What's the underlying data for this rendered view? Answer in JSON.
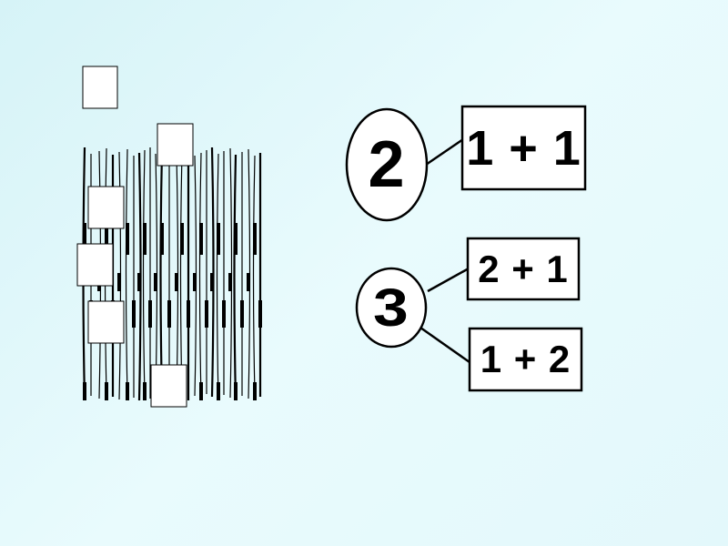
{
  "diagram": {
    "circles": [
      {
        "id": "two",
        "label": "2"
      },
      {
        "id": "three",
        "label": "3"
      }
    ],
    "boxes": [
      {
        "id": "sum-1-1",
        "label": "1 + 1"
      },
      {
        "id": "sum-2-1",
        "label": "2 + 1"
      },
      {
        "id": "sum-1-2",
        "label": "1 + 2"
      }
    ],
    "colors": {
      "background": "#dff6fa",
      "stroke": "#000000",
      "fill": "#ffffff"
    }
  }
}
